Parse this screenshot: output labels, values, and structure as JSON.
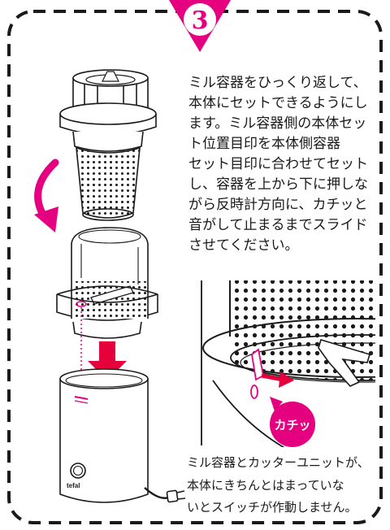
{
  "step": {
    "number": "3"
  },
  "instructions": {
    "lines": [
      "ミル容器をひっくり返して、",
      "本体にセットできるようにし",
      "ます。ミル容器側の本体セッ",
      "ト位置目印を本体側容器",
      "セット目印に合わせてセット",
      "し、容器を上から下に押しな",
      "がら反時計方向に、カチッと",
      "音がして止まるまでスライド",
      "させてください。"
    ]
  },
  "note": {
    "lines": [
      "ミル容器とカッターユニットが、",
      "本体にきちんとはまっていな",
      "いとスイッチが作動しません。"
    ]
  },
  "callout": {
    "text": "カチッ"
  },
  "product": {
    "logo_text": "tefal"
  },
  "colors": {
    "accent": "#e4007f",
    "arrow": "#e6003c",
    "border": "#1a1a1a"
  }
}
